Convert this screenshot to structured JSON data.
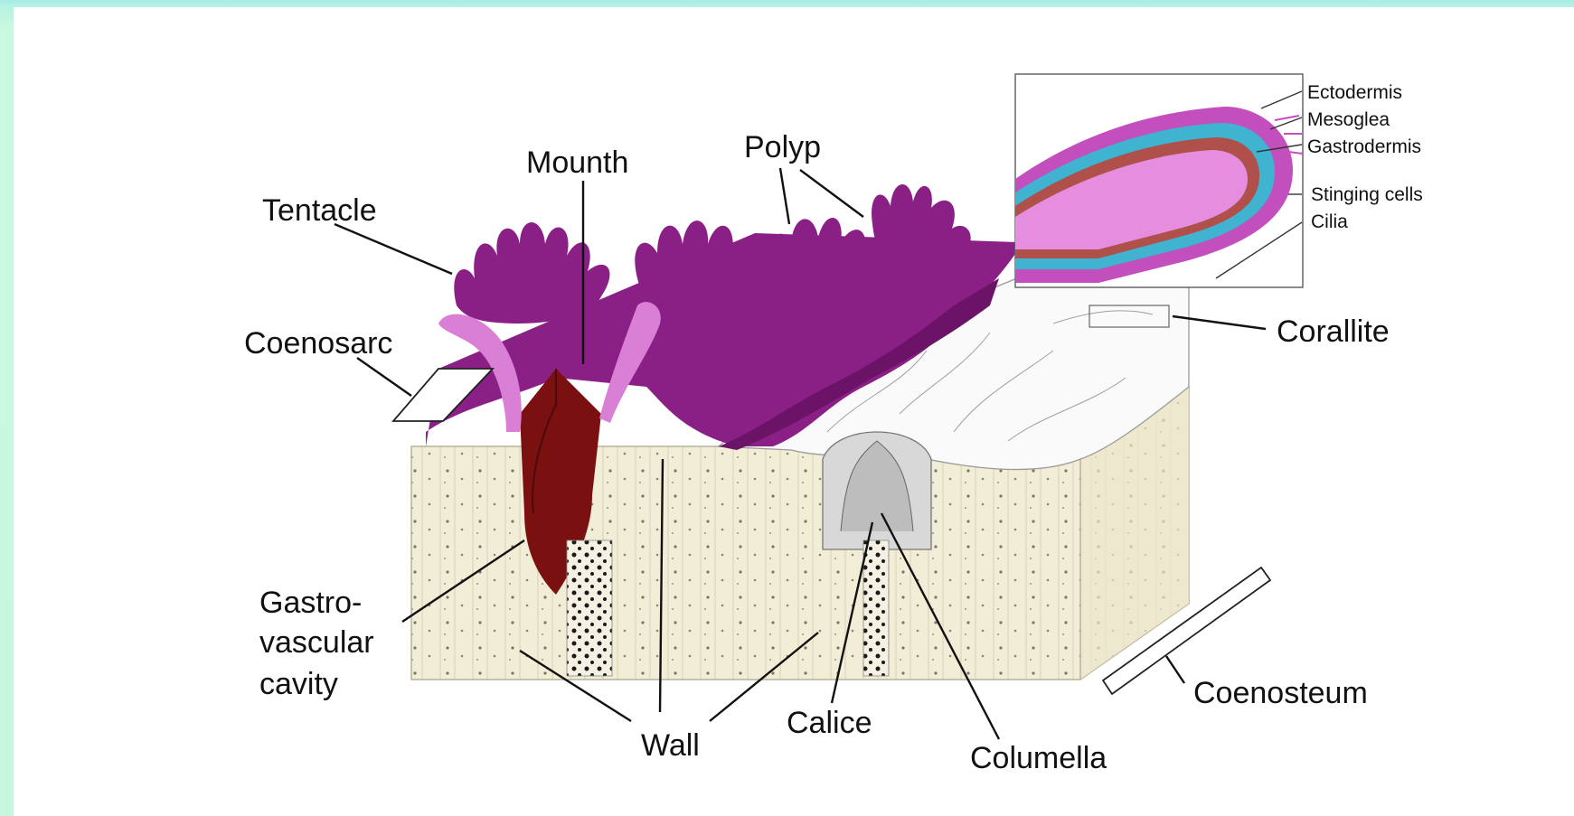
{
  "labels": {
    "tentacle": "Tentacle",
    "mounth": "Mounth",
    "polyp": "Polyp",
    "coenosarc": "Coenosarc",
    "gastro_line1": "Gastro-",
    "gastro_line2": "vascular",
    "gastro_line3": "cavity",
    "wall": "Wall",
    "calice": "Calice",
    "columella": "Columella",
    "coenosteum": "Coenosteum",
    "corallite": "Corallite"
  },
  "inset_labels": {
    "ectodermis": "Ectodermis",
    "mesoglea": "Mesoglea",
    "gastrodermis": "Gastrodermis",
    "stinging_cells": "Stinging cells",
    "cilia": "Cilia"
  },
  "colors": {
    "background": "#c6f7df",
    "tissue_purple": "#8a1f86",
    "tissue_dark": "#6b1467",
    "tissue_pink": "#d97fd6",
    "gastro_cavity": "#7a1010",
    "skeleton": "#f1ecd3",
    "ectodermis": "#3fb3cf",
    "mesoglea": "#b0504a"
  }
}
